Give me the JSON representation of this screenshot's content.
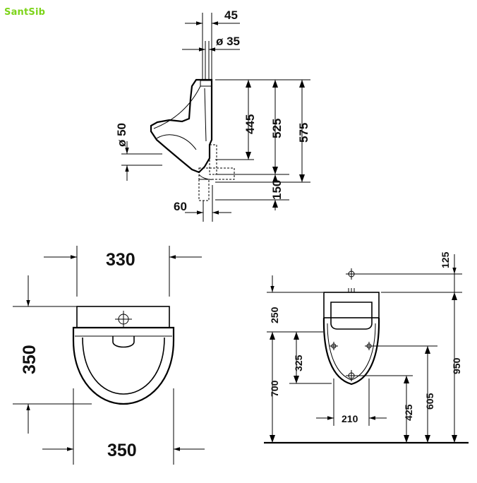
{
  "watermark": "SantSib",
  "side_view": {
    "dim_width_45": "45",
    "dim_diam_35": "ø 35",
    "dim_diam_50": "ø 50",
    "dim_445": "445",
    "dim_525": "525",
    "dim_575": "575",
    "dim_150": "150",
    "dim_60": "60"
  },
  "top_view": {
    "dim_330": "330",
    "dim_350_height": "350",
    "dim_350_width": "350"
  },
  "front_view": {
    "dim_125": "125",
    "dim_250": "250",
    "dim_325": "325",
    "dim_700": "700",
    "dim_950": "950",
    "dim_605": "605",
    "dim_425": "425",
    "dim_210": "210"
  }
}
